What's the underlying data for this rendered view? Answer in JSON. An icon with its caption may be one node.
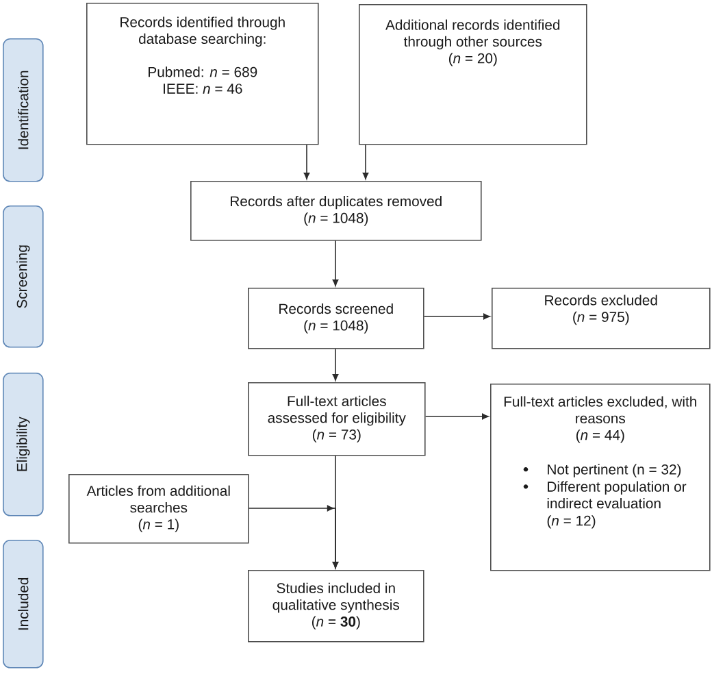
{
  "diagram": {
    "nodes": [
      {
        "text": [
          "Identification"
        ]
      },
      {
        "text": [
          "Records identified through database searching:",
          "Pubmed: *n* = 689",
          "IEEE: *n* = 46"
        ]
      },
      {
        "text": [
          "Additional records identified through other sources",
          "(*n* = 20)"
        ]
      },
      {
        "text": [
          "Records after duplicates removed",
          "(*n* = 1048)"
        ]
      },
      {
        "text": [
          "Screening"
        ]
      },
      {
        "text": [
          "Records screened",
          "(*n* = 1048)"
        ]
      },
      {
        "text": [
          "Records excluded",
          "(*n* = 975)"
        ]
      },
      {
        "text": [
          "Eligibility"
        ]
      },
      {
        "text": [
          "Full-text articles assessed for eligibility",
          "(*n* = 73)"
        ]
      },
      {
        "text": [
          "Full-text articles excluded, with reasons",
          "(*n* = 44)",
          "Not pertinent (n = 32)",
          "Different population or indirect evaluation",
          "(*n* = 12)"
        ]
      },
      {
        "text": [
          "Articles from additional searches",
          "(*n* = 1)"
        ]
      },
      {
        "text": [
          "Included"
        ]
      },
      {
        "text": [
          "Studies included in qualitative synthesis",
          "(*n* = **30**)"
        ]
      }
    ],
    "edges": [
      {
        "from": 1,
        "to": 3,
        "arrow": "to"
      },
      {
        "from": 2,
        "to": 3,
        "arrow": "to"
      },
      {
        "from": 3,
        "to": 5,
        "arrow": "to"
      },
      {
        "from": 5,
        "to": 6,
        "arrow": "to"
      },
      {
        "from": 5,
        "to": 8,
        "arrow": "to"
      },
      {
        "from": 8,
        "to": 9,
        "arrow": "to"
      },
      {
        "from": 8,
        "to": 12,
        "arrow": "to"
      },
      {
        "from": 10,
        "to": 12,
        "arrow": "to"
      }
    ]
  }
}
